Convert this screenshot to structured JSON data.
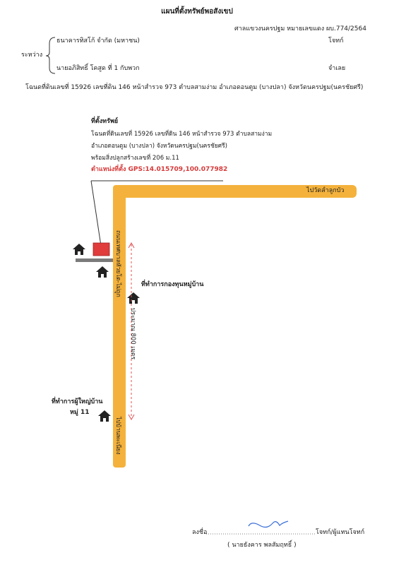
{
  "header": {
    "title": "แผนที่ตั้งทรัพย์พอสังเขป",
    "court_case": "ศาลแขวงนครปฐม หมายเลขแดง ผบ.774/2564"
  },
  "parties": {
    "plaintiff_name": "ธนาคารทิสโก้ จำกัด (มหาชน)",
    "plaintiff_role": "โจทก์",
    "between_label": "ระหว่าง",
    "defendant_name": "นายอภิสิทธิ์ โคสูด ที่ 1 กับพวก",
    "defendant_role": "จำเลย"
  },
  "deed_line": "โฉนดที่ดินเลขที่ 15926 เลขที่ดิน 146 หน้าสำรวจ 973 ตำบลสามง่าม อำเภอดอนตูม (บางปลา) จังหวัดนครปฐม(นครชัยศรี)",
  "property": {
    "heading": "ที่ตั้งทรัพย์",
    "line1": "โฉนดที่ดินเลขที่ 15926 เลขที่ดิน 146 หน้าสำรวจ 973 ตำบลสามง่าม",
    "line2": "อำเภอดอนตูม (บางปลา) จังหวัดนครปฐม(นครชัยศรี)",
    "line3": "พร้อมสิ่งปลูกสร้างเลขที่ 206 ม.11",
    "gps": "ตำแหน่งที่ตั้ง GPS:14.015709,100.077982"
  },
  "map": {
    "road_color": "#f4b23c",
    "property_color": "#e03c3c",
    "road_top_label": "ไปวัดลำลูกบัว",
    "road_vertical_label": "ถนนเทศบาลหัวยโต-ไม่ถูก",
    "road_bottom_label": "ไปบ้านพะเนียง",
    "distance_label": "ประมาณ 800 เมตร",
    "landmark_fund": "ที่ทำการกองทุนหมู่บ้าน",
    "landmark_headman_line1": "ที่ทำการผู้ใหญ่บ้าน",
    "landmark_headman_line2": "หมู่ 11",
    "house_icon": "house-icon"
  },
  "signature": {
    "sign_label": "ลงชื่อ",
    "role": "โจทก์/ผู้แทนโจทก์",
    "name": "( นายธังคาร พลสัมฤทธิ์ )"
  }
}
